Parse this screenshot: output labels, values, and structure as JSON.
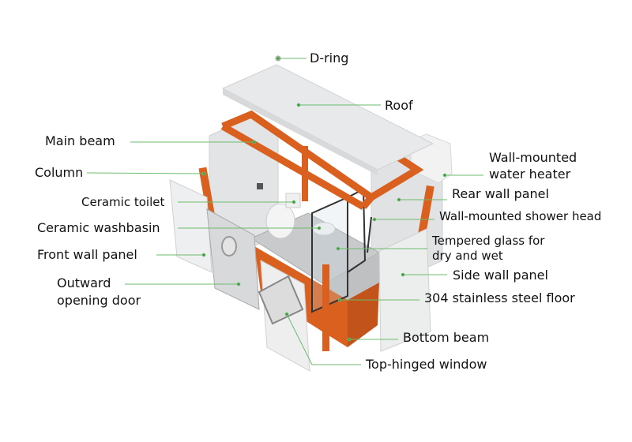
{
  "colors": {
    "frame": "#d9601f",
    "panel": "#e6e7e9",
    "leader": "#6dbb6d",
    "text": "#111111"
  },
  "labels": {
    "d_ring": "D-ring",
    "roof": "Roof",
    "main_beam": "Main beam",
    "water_heater_1": "Wall-mounted",
    "water_heater_2": "water heater",
    "column": "Column",
    "rear_wall_panel": "Rear wall panel",
    "ceramic_toilet": "Ceramic toilet",
    "shower_head": "Wall-mounted shower head",
    "ceramic_washbasin": "Ceramic washbasin",
    "tempered_glass_1": "Tempered glass for",
    "tempered_glass_2": "dry and wet",
    "front_wall_panel": "Front wall panel",
    "side_wall_panel": "Side wall panel",
    "door_1": "Outward",
    "door_2": "opening door",
    "floor": "304 stainless steel floor",
    "bottom_beam": "Bottom beam",
    "window": "Top-hinged window"
  }
}
